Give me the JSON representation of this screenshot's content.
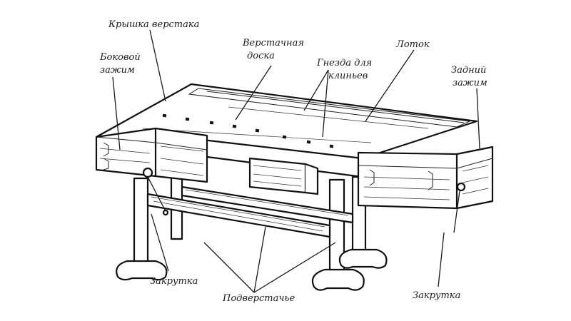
{
  "diagram": {
    "labels": {
      "top": "Крышка верстака",
      "side_clamp_line1": "Боковой",
      "side_clamp_line2": "зажим",
      "board_line1": "Верстачная",
      "board_line2": "доска",
      "tray": "Лоток",
      "sockets_line1": "Гнезда для",
      "sockets_line2": "клиньев",
      "rear_clamp_line1": "Задний",
      "rear_clamp_line2": "зажим",
      "screw_left": "Закрутка",
      "underframe": "Подверстачье",
      "screw_right": "Закрутка"
    },
    "colors": {
      "ink": "#1a1a1a",
      "paper": "#ffffff"
    }
  }
}
